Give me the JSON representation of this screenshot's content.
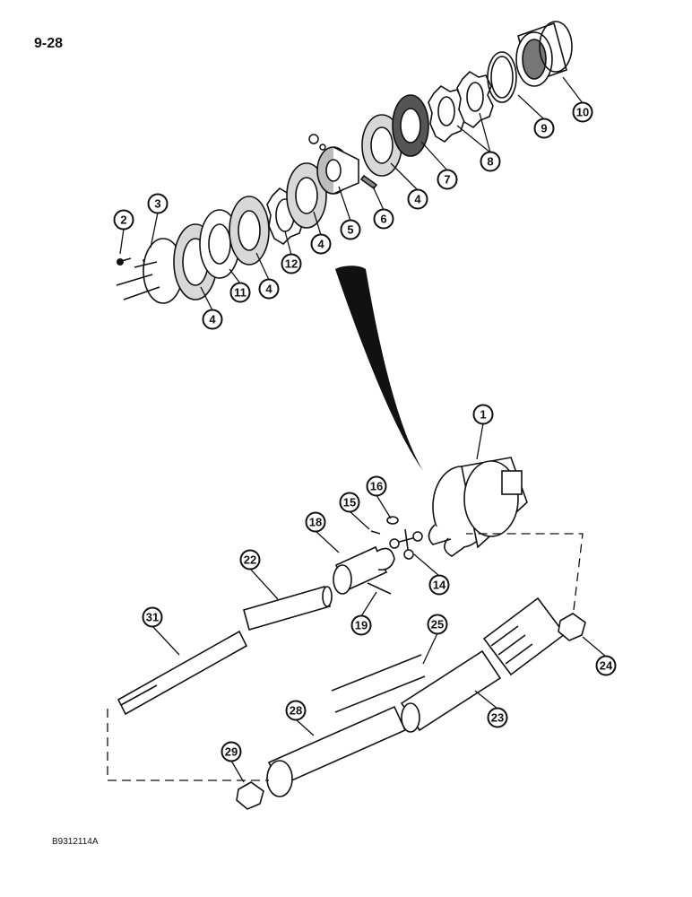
{
  "page": {
    "number": "9-28"
  },
  "figure": {
    "code": "B9312114A"
  },
  "callouts": [
    "1",
    "2",
    "3",
    "4",
    "4",
    "4",
    "4",
    "4",
    "5",
    "6",
    "7",
    "8",
    "9",
    "10",
    "11",
    "12",
    "14",
    "15",
    "16",
    "18",
    "19",
    "22",
    "23",
    "24",
    "25",
    "28",
    "29",
    "31"
  ],
  "colors": {
    "ink": "#111111",
    "paper": "#ffffff",
    "shade": "#8a8a8a"
  }
}
